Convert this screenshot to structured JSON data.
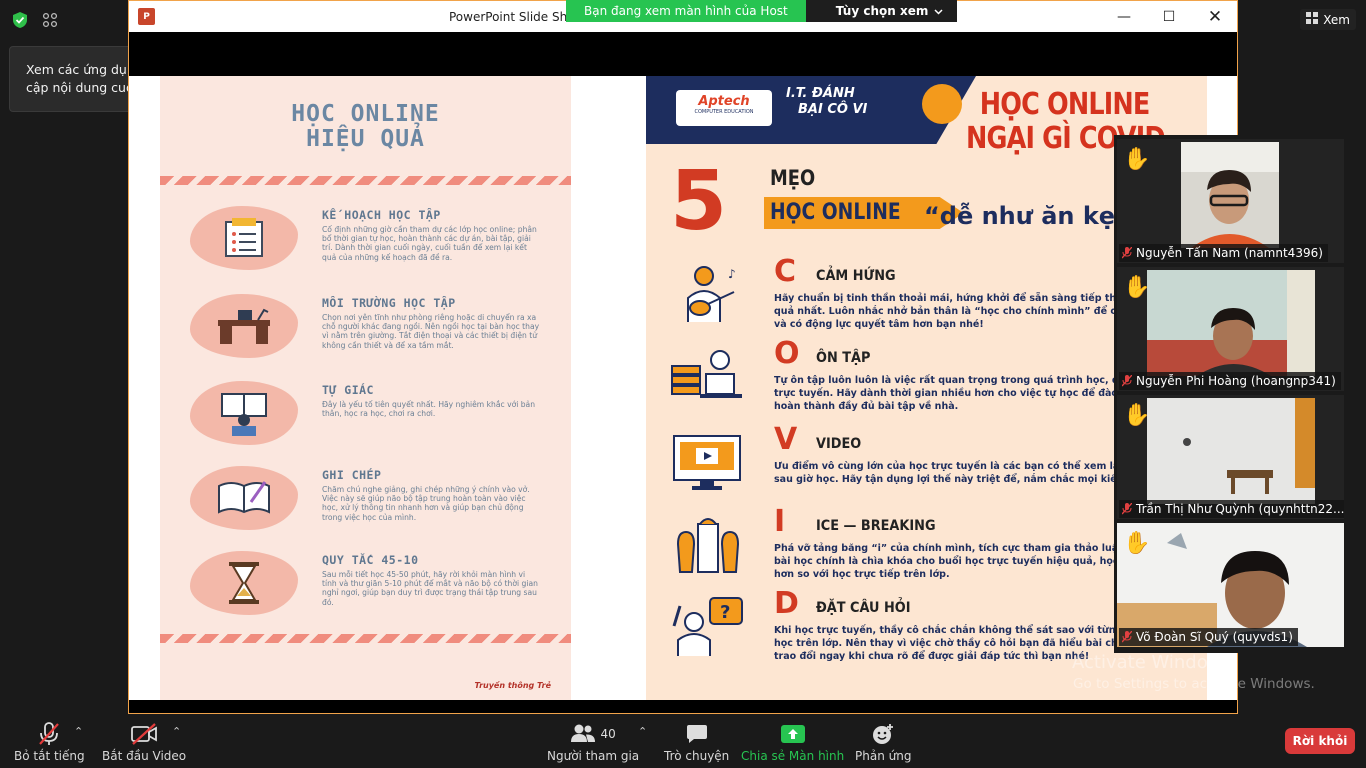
{
  "top": {
    "tooltip": "Xem các ứng dụng đang truy cập nội dung cuộc họp của bạn",
    "view_label": "Xem"
  },
  "share_window": {
    "title": "PowerPoint Slide Show",
    "banner_text": "Bạn đang xem màn hình của Host",
    "options_label": "Tùy chọn xem"
  },
  "left_info": {
    "title_line1": "HỌC ONLINE",
    "title_line2": "HIỆU QUẢ",
    "items": [
      {
        "heading": "KẾ HOẠCH HỌC TẬP",
        "body": "Cố định những giờ cần tham dự các lớp học online; phân bổ thời gian tự học, hoàn thành các dự án, bài tập, giải trí. Dành thời gian cuối ngày, cuối tuần để xem lại kết quả của những kế hoạch đã đề ra."
      },
      {
        "heading": "MÔI TRƯỜNG HỌC TẬP",
        "body": "Chọn nơi yên tĩnh như phòng riêng hoặc di chuyển ra xa chỗ người khác đang ngồi. Nên ngồi học tại bàn học thay vì nằm trên giường. Tắt điện thoại và các thiết bị điện tử không cần thiết và để xa tầm mắt."
      },
      {
        "heading": "TỰ GIÁC",
        "body": "Đây là yếu tố tiên quyết nhất. Hãy nghiêm khắc với bản thân, học ra học, chơi ra chơi."
      },
      {
        "heading": "GHI CHÉP",
        "body": "Chăm chú nghe giảng, ghi chép những ý chính vào vở. Việc này sẽ giúp não bộ tập trung hoàn toàn vào việc học, xử lý thông tin nhanh hơn và giúp bạn chủ động trong việc học của mình."
      },
      {
        "heading": "QUY TẮC 45-10",
        "body": "Sau mỗi tiết học 45-50 phút, hãy rời khỏi màn hình vi tính và thư giãn 5-10 phút để mắt và não bộ có thời gian nghỉ ngơi, giúp bạn duy trì được trạng thái tập trung sau đó."
      }
    ],
    "brand": "Truyền thông Trẻ"
  },
  "right_info": {
    "aptech": "Aptech",
    "aptech_sub": "COMPUTER EDUCATION",
    "it_line1": "I.T. ĐÁNH",
    "it_line2": "BẠI CÔ VI",
    "headline_line1": "HỌC ONLINE",
    "headline_line2": "NGẠI GÌ COVID",
    "five": "5",
    "meo": "MẸO",
    "hoc_online": "HỌC ONLINE",
    "easy": "“dễ như ăn kẹo”",
    "items": [
      {
        "letter": "C",
        "heading": "CẢM HỨNG",
        "body": "Hãy chuẩn bị tinh thần thoải mái, hứng khởi để sẵn sàng tiếp thu bài học hiệu quả nhất. Luôn nhắc nhở bản thân là “học cho chính mình” để có thêm cảm hứng và có động lực quyết tâm hơn bạn nhé!"
      },
      {
        "letter": "O",
        "heading": "ÔN TẬP",
        "body": "Tự ôn tập luôn luôn là việc rất quan trọng trong quá trình học, đặc biệt là khi học trực tuyến. Hãy dành thời gian nhiều hơn cho việc tự học để đào sâu kiến thức và hoàn thành đầy đủ bài tập về nhà."
      },
      {
        "letter": "V",
        "heading": "VIDEO",
        "body": "Ưu điểm vô cùng lớn của học trực tuyến là các bạn có thể xem lại video bài giảng sau giờ học. Hãy tận dụng lợi thế này triệt để, nắm chắc mọi kiến thức hơn nhé!"
      },
      {
        "letter": "I",
        "heading": "ICE — BREAKING",
        "body": "Phá vỡ tảng băng “i” của chính mình, tích cực tham gia thảo luận, xây dựng cho bài học chính là chìa khóa cho buổi học trực tuyến hiệu quả, học tập còn thú vị hơn so với học trực tiếp trên lớp."
      },
      {
        "letter": "D",
        "heading": "ĐẶT CÂU HỎI",
        "body": "Khi học trực tuyến, thầy cô chắc chắn không thể sát sao với từng học sinh như học trên lớp. Nên thay vì việc chờ thầy cô hỏi bạn đã hiểu bài chưa, hãy chủ động trao đổi ngay khi chưa rõ để được giải đáp tức thì bạn nhé!"
      }
    ]
  },
  "participants": [
    {
      "name": "Nguyễn Tấn Nam (namnt4396)"
    },
    {
      "name": "Nguyễn Phi Hoàng (hoangnp341)"
    },
    {
      "name": "Trần Thị Như Quỳnh (quynhttn22..."
    },
    {
      "name": "Võ Đoàn Sĩ Quý (quyvds1)"
    }
  ],
  "watermark": {
    "line1": "Activate Windows",
    "line2": "Go to Settings to activate Windows."
  },
  "toolbar": {
    "mute": "Bỏ tắt tiếng",
    "start_video": "Bắt đầu Video",
    "participants": "Người tham gia",
    "participant_count": "40",
    "chat": "Trò chuyện",
    "share": "Chia sẻ Màn hình",
    "reactions": "Phản ứng",
    "leave": "Rời khỏi"
  },
  "colors": {
    "accent_green": "#27c451",
    "leave_red": "#d93a3a",
    "hand_yellow": "#f5b324"
  }
}
